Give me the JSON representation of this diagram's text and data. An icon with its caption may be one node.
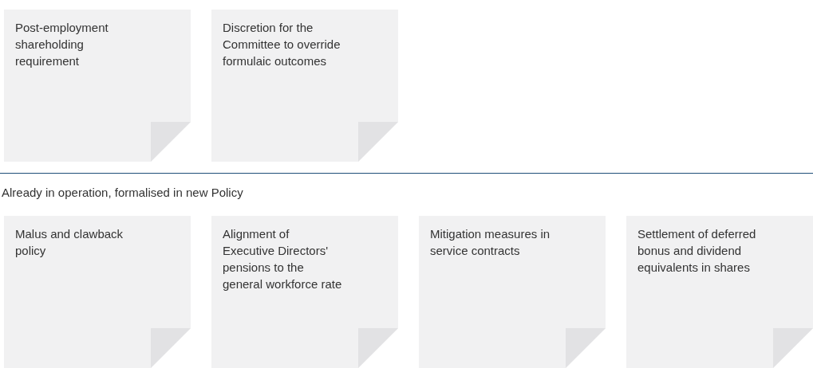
{
  "diagram": {
    "nodes": [
      {
        "text": [
          "Post-employment shareholding requirement"
        ]
      },
      {
        "text": [
          "Discretion for the Committee to override formulaic outcomes"
        ]
      },
      {
        "text": [
          "Malus and clawback policy"
        ]
      },
      {
        "text": [
          "Alignment of Executive Directors' pensions to the general workforce rate"
        ]
      },
      {
        "text": [
          "Mitigation measures in service contracts"
        ]
      },
      {
        "text": [
          "Settlement of deferred bonus and dividend equivalents in shares"
        ]
      }
    ],
    "edges": [],
    "labels": [
      "Already in operation, formalised in new Policy"
    ]
  }
}
